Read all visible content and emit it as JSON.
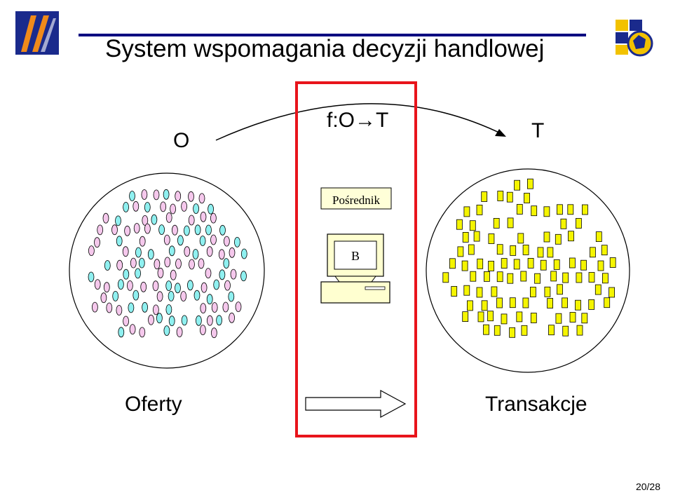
{
  "title": "System wspomagania decyzji handlowej",
  "labels": {
    "offers_set": "O",
    "function": "f:O→T",
    "transactions_set": "T",
    "broker": "Pośrednik",
    "broker_computer": "B",
    "offers": "Oferty",
    "transactions": "Transakcje"
  },
  "page_number": "20/28",
  "colors": {
    "title_rule": "#000080",
    "highlight_frame": "#e8141b",
    "offer_pink": "#f5c8ec",
    "offer_cyan": "#8ff0f0",
    "transaction_yellow": "#f5f500",
    "logo_left": "#1a2a8c",
    "logo_right": "#f2c200"
  },
  "icons": {
    "left_logo": "university-logo-icon",
    "right_logo": "institute-logo-icon",
    "computer": "computer-icon",
    "arrow": "right-arrow-icon"
  }
}
